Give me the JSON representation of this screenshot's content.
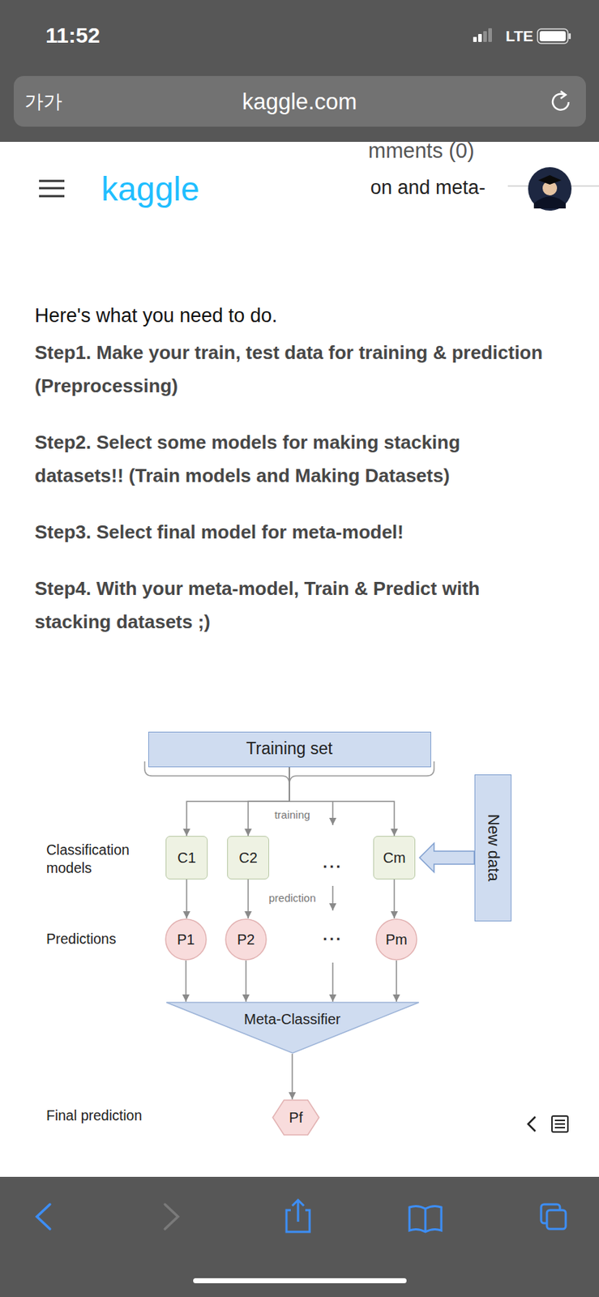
{
  "diagram": {
    "nodes": [
      {
        "text": [
          "Training set"
        ]
      },
      {
        "text": [
          "New data"
        ]
      },
      {
        "text": [
          "C1"
        ]
      },
      {
        "text": [
          "C2"
        ]
      },
      {
        "text": [
          "Cm"
        ]
      },
      {
        "text": [
          "P1"
        ]
      },
      {
        "text": [
          "P2"
        ]
      },
      {
        "text": [
          "Pm"
        ]
      },
      {
        "text": [
          "Meta-Classifier"
        ]
      },
      {
        "text": [
          "Pf"
        ]
      }
    ],
    "edges": [
      {
        "from": 0,
        "to": 2,
        "arrow": "to"
      },
      {
        "from": 0,
        "to": 3,
        "arrow": "to"
      },
      {
        "from": 0,
        "to": 4,
        "arrow": "to"
      },
      {
        "from": 1,
        "to": 4,
        "arrow": "to"
      },
      {
        "from": 2,
        "to": 5,
        "arrow": "to"
      },
      {
        "from": 3,
        "to": 6,
        "arrow": "to"
      },
      {
        "from": 4,
        "to": 7,
        "arrow": "to"
      },
      {
        "from": 5,
        "to": 8,
        "arrow": "to"
      },
      {
        "from": 6,
        "to": 8,
        "arrow": "to"
      },
      {
        "from": 7,
        "to": 8,
        "arrow": "to"
      },
      {
        "from": 8,
        "to": 9,
        "arrow": "to"
      }
    ],
    "labels": [
      "11:52",
      "LTE",
      "가가",
      "kaggle.com",
      "mments (0)",
      "kaggle",
      "on and meta-",
      "Here's what you need to do.",
      "Step1. Make your train, test data for training & prediction (Preprocessing)",
      "Step2. Select some models for making stacking datasets!! (Train models and Making Datasets)",
      "Step3. Select final model for meta-model!",
      "Step4. With your meta-model, Train & Predict with stacking datasets ;)",
      "training",
      "Classification models",
      "...",
      "prediction",
      "Predictions",
      "...",
      "Final prediction"
    ]
  }
}
